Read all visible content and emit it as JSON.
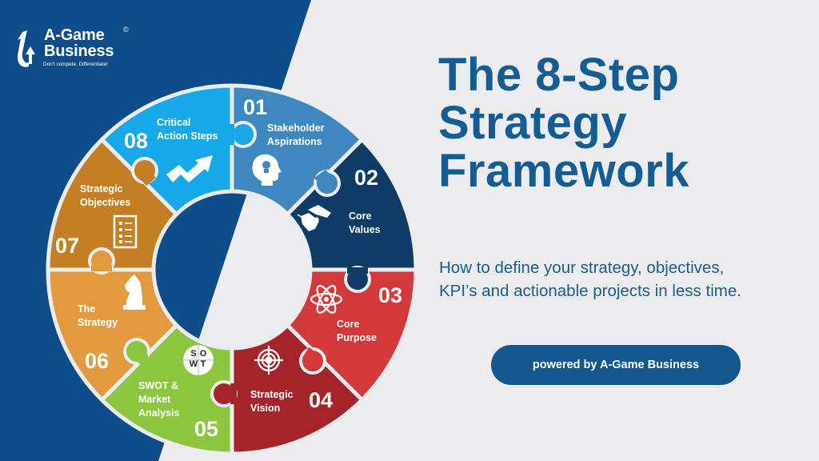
{
  "brand": {
    "name_line1": "A-Game",
    "name_line2": "Business",
    "copyright": "©",
    "tagline": "Don't compete. Differentiate!"
  },
  "title": {
    "line1": "The 8-Step",
    "line2": "Strategy",
    "line3": "Framework"
  },
  "subtitle": {
    "line1": "How to define your strategy, objectives,",
    "line2": "KPI’s and actionable projects in less time."
  },
  "cta": {
    "label": "powered by A-Game Business"
  },
  "colors": {
    "background_left": "#0f4c8a",
    "background_right": "#ececee",
    "title": "#135d94",
    "cta": "#14578f"
  },
  "steps": [
    {
      "num": "01",
      "label_line1": "Stakeholder",
      "label_line2": "Aspirations",
      "icon": "head-lightbulb-icon",
      "color": "#3f88bf"
    },
    {
      "num": "02",
      "label_line1": "Core",
      "label_line2": "Values",
      "icon": "handshake-icon",
      "color": "#0f3b67"
    },
    {
      "num": "03",
      "label_line1": "Core",
      "label_line2": "Purpose",
      "icon": "atom-icon",
      "color": "#d1393b"
    },
    {
      "num": "04",
      "label_line1": "Strategic",
      "label_line2": "Vision",
      "icon": "target-icon",
      "color": "#a5242a"
    },
    {
      "num": "05",
      "label_line1": "SWOT &",
      "label_line2": "Market",
      "label_line3": "Analysis",
      "icon": "swot-icon",
      "color": "#8cc63f",
      "swot": [
        "S",
        "O",
        "W",
        "T"
      ]
    },
    {
      "num": "06",
      "label_line1": "The",
      "label_line2": "Strategy",
      "icon": "chess-knight-icon",
      "color": "#e39a3e"
    },
    {
      "num": "07",
      "label_line1": "Strategic",
      "label_line2": "Objectives",
      "icon": "checklist-icon",
      "color": "#c47f24"
    },
    {
      "num": "08",
      "label_line1": "Critical",
      "label_line2": "Action Steps",
      "icon": "trend-arrow-icon",
      "color": "#17a8ea"
    }
  ]
}
